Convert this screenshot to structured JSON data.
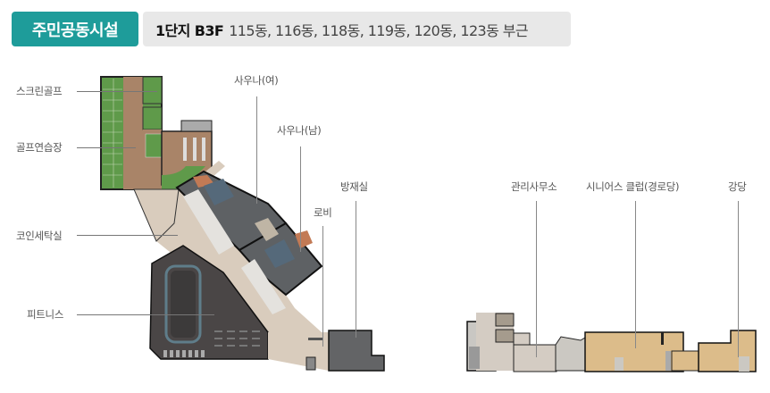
{
  "header": {
    "badge": "주민공동시설",
    "subtitle_bold": "1단지 B3F",
    "subtitle_rest": "115동, 116동, 118동, 119동, 120동, 123동 부근"
  },
  "left_plan": {
    "labels": [
      {
        "id": "screen_golf",
        "text": "스크린골프"
      },
      {
        "id": "golf_practice",
        "text": "골프연습장"
      },
      {
        "id": "coin_laundry",
        "text": "코인세탁실"
      },
      {
        "id": "fitness",
        "text": "피트니스"
      },
      {
        "id": "sauna_f",
        "text": "사우나(여)"
      },
      {
        "id": "sauna_m",
        "text": "사우나(남)"
      },
      {
        "id": "lobby",
        "text": "로비"
      },
      {
        "id": "disaster_room",
        "text": "방재실"
      }
    ]
  },
  "right_plan": {
    "labels": [
      {
        "id": "mgmt_office",
        "text": "관리사무소"
      },
      {
        "id": "senior_club",
        "text": "시니어스 클럽(경로당)"
      },
      {
        "id": "auditorium",
        "text": "강당"
      }
    ]
  },
  "colors": {
    "accent": "#1e9c9a",
    "subtitle_bg": "#e8e8e8",
    "golf_green": "#5f9a4a",
    "wood": "#a98468",
    "corridor": "#d9ccbd",
    "dark_room": "#4a4646",
    "gray_room": "#6a6d70",
    "light_wood": "#dcbc8a"
  }
}
